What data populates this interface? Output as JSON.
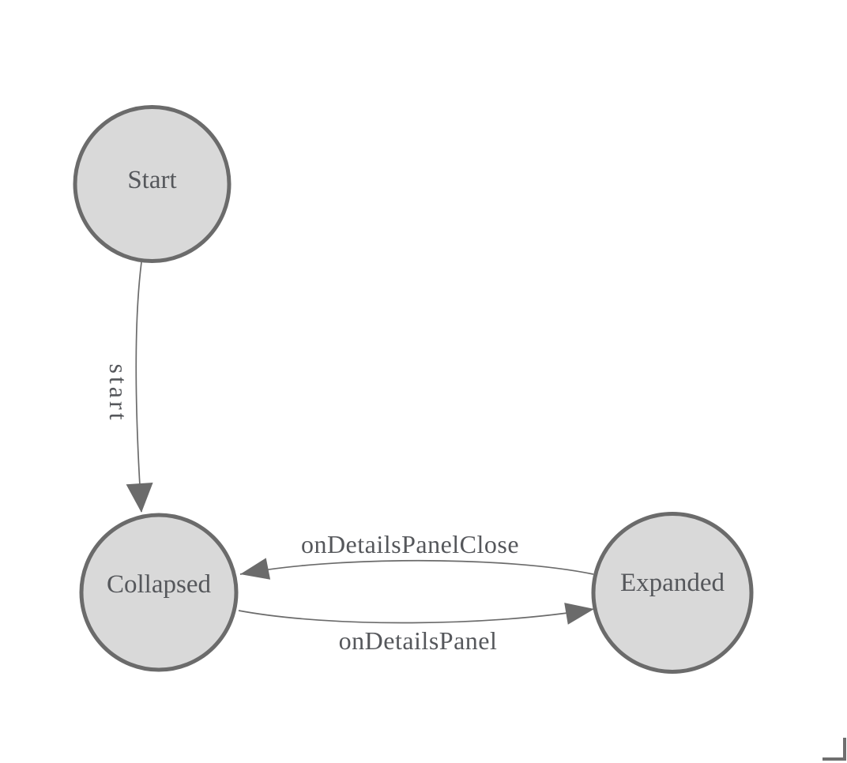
{
  "diagram": {
    "type": "state-machine",
    "nodes": [
      {
        "id": "start",
        "label": "Start"
      },
      {
        "id": "collapsed",
        "label": "Collapsed"
      },
      {
        "id": "expanded",
        "label": "Expanded"
      }
    ],
    "edges": [
      {
        "id": "start-to-collapsed",
        "label": "start",
        "from": "Start",
        "to": "Collapsed"
      },
      {
        "id": "expanded-to-collapsed",
        "label": "onDetailsPanelClose",
        "from": "Expanded",
        "to": "Collapsed"
      },
      {
        "id": "collapsed-to-expanded",
        "label": "onDetailsPanel",
        "from": "Collapsed",
        "to": "Expanded"
      }
    ],
    "colors": {
      "node_fill": "#d9d9d9",
      "node_stroke": "#6b6b6b",
      "edge_stroke": "#6b6b6b",
      "arrow_fill": "#6b6b6b",
      "label_text": "#55575b",
      "corner_mark": "#6f6f6f"
    }
  }
}
